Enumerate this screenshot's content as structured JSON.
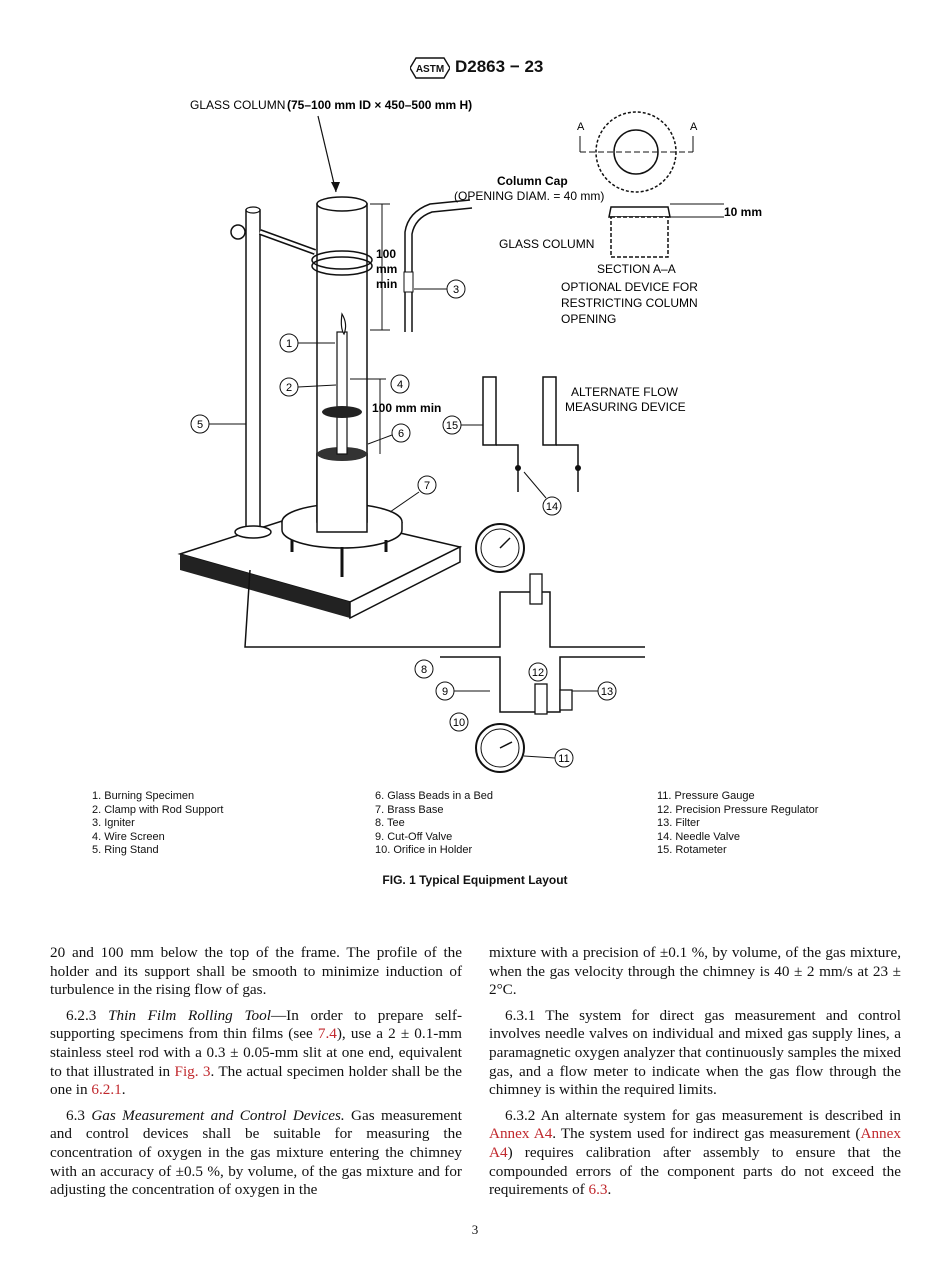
{
  "header": {
    "standard": "D2863 − 23",
    "logo_text": "ASTM"
  },
  "figure": {
    "glass_column_label": "GLASS COLUMN",
    "glass_column_dims": "(75–100 mm ID × 450–500 mm H)",
    "dim_100mm_min_a": "100",
    "dim_100mm_min_b": "mm",
    "dim_100mm_min_c": "min",
    "dim_100mm_min_inline": "100 mm min",
    "column_cap": "Column Cap",
    "opening_diam": "(OPENING DIAM. = 40 mm)",
    "section_a_left": "A",
    "section_a_right": "A",
    "dim_10mm": "10 mm",
    "glass_column_small": "GLASS COLUMN",
    "section_aa": "SECTION A–A",
    "optional_device": [
      "OPTIONAL DEVICE FOR",
      "RESTRICTING COLUMN",
      "OPENING"
    ],
    "alternate_flow": [
      "ALTERNATE FLOW",
      "MEASURING DEVICE"
    ],
    "callouts": [
      "1",
      "2",
      "3",
      "4",
      "5",
      "6",
      "7",
      "8",
      "9",
      "10",
      "11",
      "12",
      "13",
      "14",
      "15"
    ]
  },
  "legend": {
    "col1": [
      "1. Burning Specimen",
      "2. Clamp with Rod Support",
      "3. Igniter",
      "4. Wire Screen",
      "5. Ring Stand"
    ],
    "col2": [
      "6. Glass Beads in a Bed",
      "7. Brass Base",
      "8. Tee",
      "9. Cut-Off Valve",
      "10. Orifice in Holder"
    ],
    "col3": [
      "11. Pressure Gauge",
      "12. Precision Pressure Regulator",
      "13. Filter",
      "14. Needle Valve",
      "15. Rotameter"
    ]
  },
  "caption": "FIG. 1 Typical Equipment Layout",
  "body": {
    "p1": "20 and 100 mm below the top of the frame. The profile of the holder and its support shall be smooth to minimize induction of turbulence in the rising flow of gas.",
    "p2_num": "6.2.3",
    "p2_title": "Thin Film Rolling Tool",
    "p2_a": "—In order to prepare self-supporting specimens from thin films (see ",
    "p2_ref1": "7.4",
    "p2_b": "), use a 2 ± 0.1-mm stainless steel rod with a 0.3 ± 0.05-mm slit at one end, equivalent to that illustrated in ",
    "p2_ref2": "Fig. 3",
    "p2_c": ". The actual specimen holder shall be the one in ",
    "p2_ref3": "6.2.1",
    "p2_d": ".",
    "p3_num": "6.3",
    "p3_title": "Gas Measurement and Control Devices.",
    "p3_text": " Gas measurement and control devices shall be suitable for measuring the concentration of oxygen in the gas mixture entering the chimney with an accuracy of ±0.5 %, by volume, of the gas mixture and for adjusting the concentration of oxygen in the",
    "p4": "mixture with a precision of ±0.1 %, by volume, of the gas mixture, when the gas velocity through the chimney is 40 ± 2 mm/s at 23 ± 2°C.",
    "p5": "6.3.1 The system for direct gas measurement and control involves needle valves on individual and mixed gas supply lines, a paramagnetic oxygen analyzer that continuously samples the mixed gas, and a flow meter to indicate when the gas flow through the chimney is within the required limits.",
    "p6_a": "6.3.2 An alternate system for gas measurement is described in ",
    "p6_ref1": "Annex A4",
    "p6_b": ". The system used for indirect gas measurement (",
    "p6_ref2": "Annex A4",
    "p6_c": ") requires calibration after assembly to ensure that the compounded errors of the component parts do not exceed the requirements of ",
    "p6_ref3": "6.3",
    "p6_d": "."
  },
  "page_number": "3"
}
